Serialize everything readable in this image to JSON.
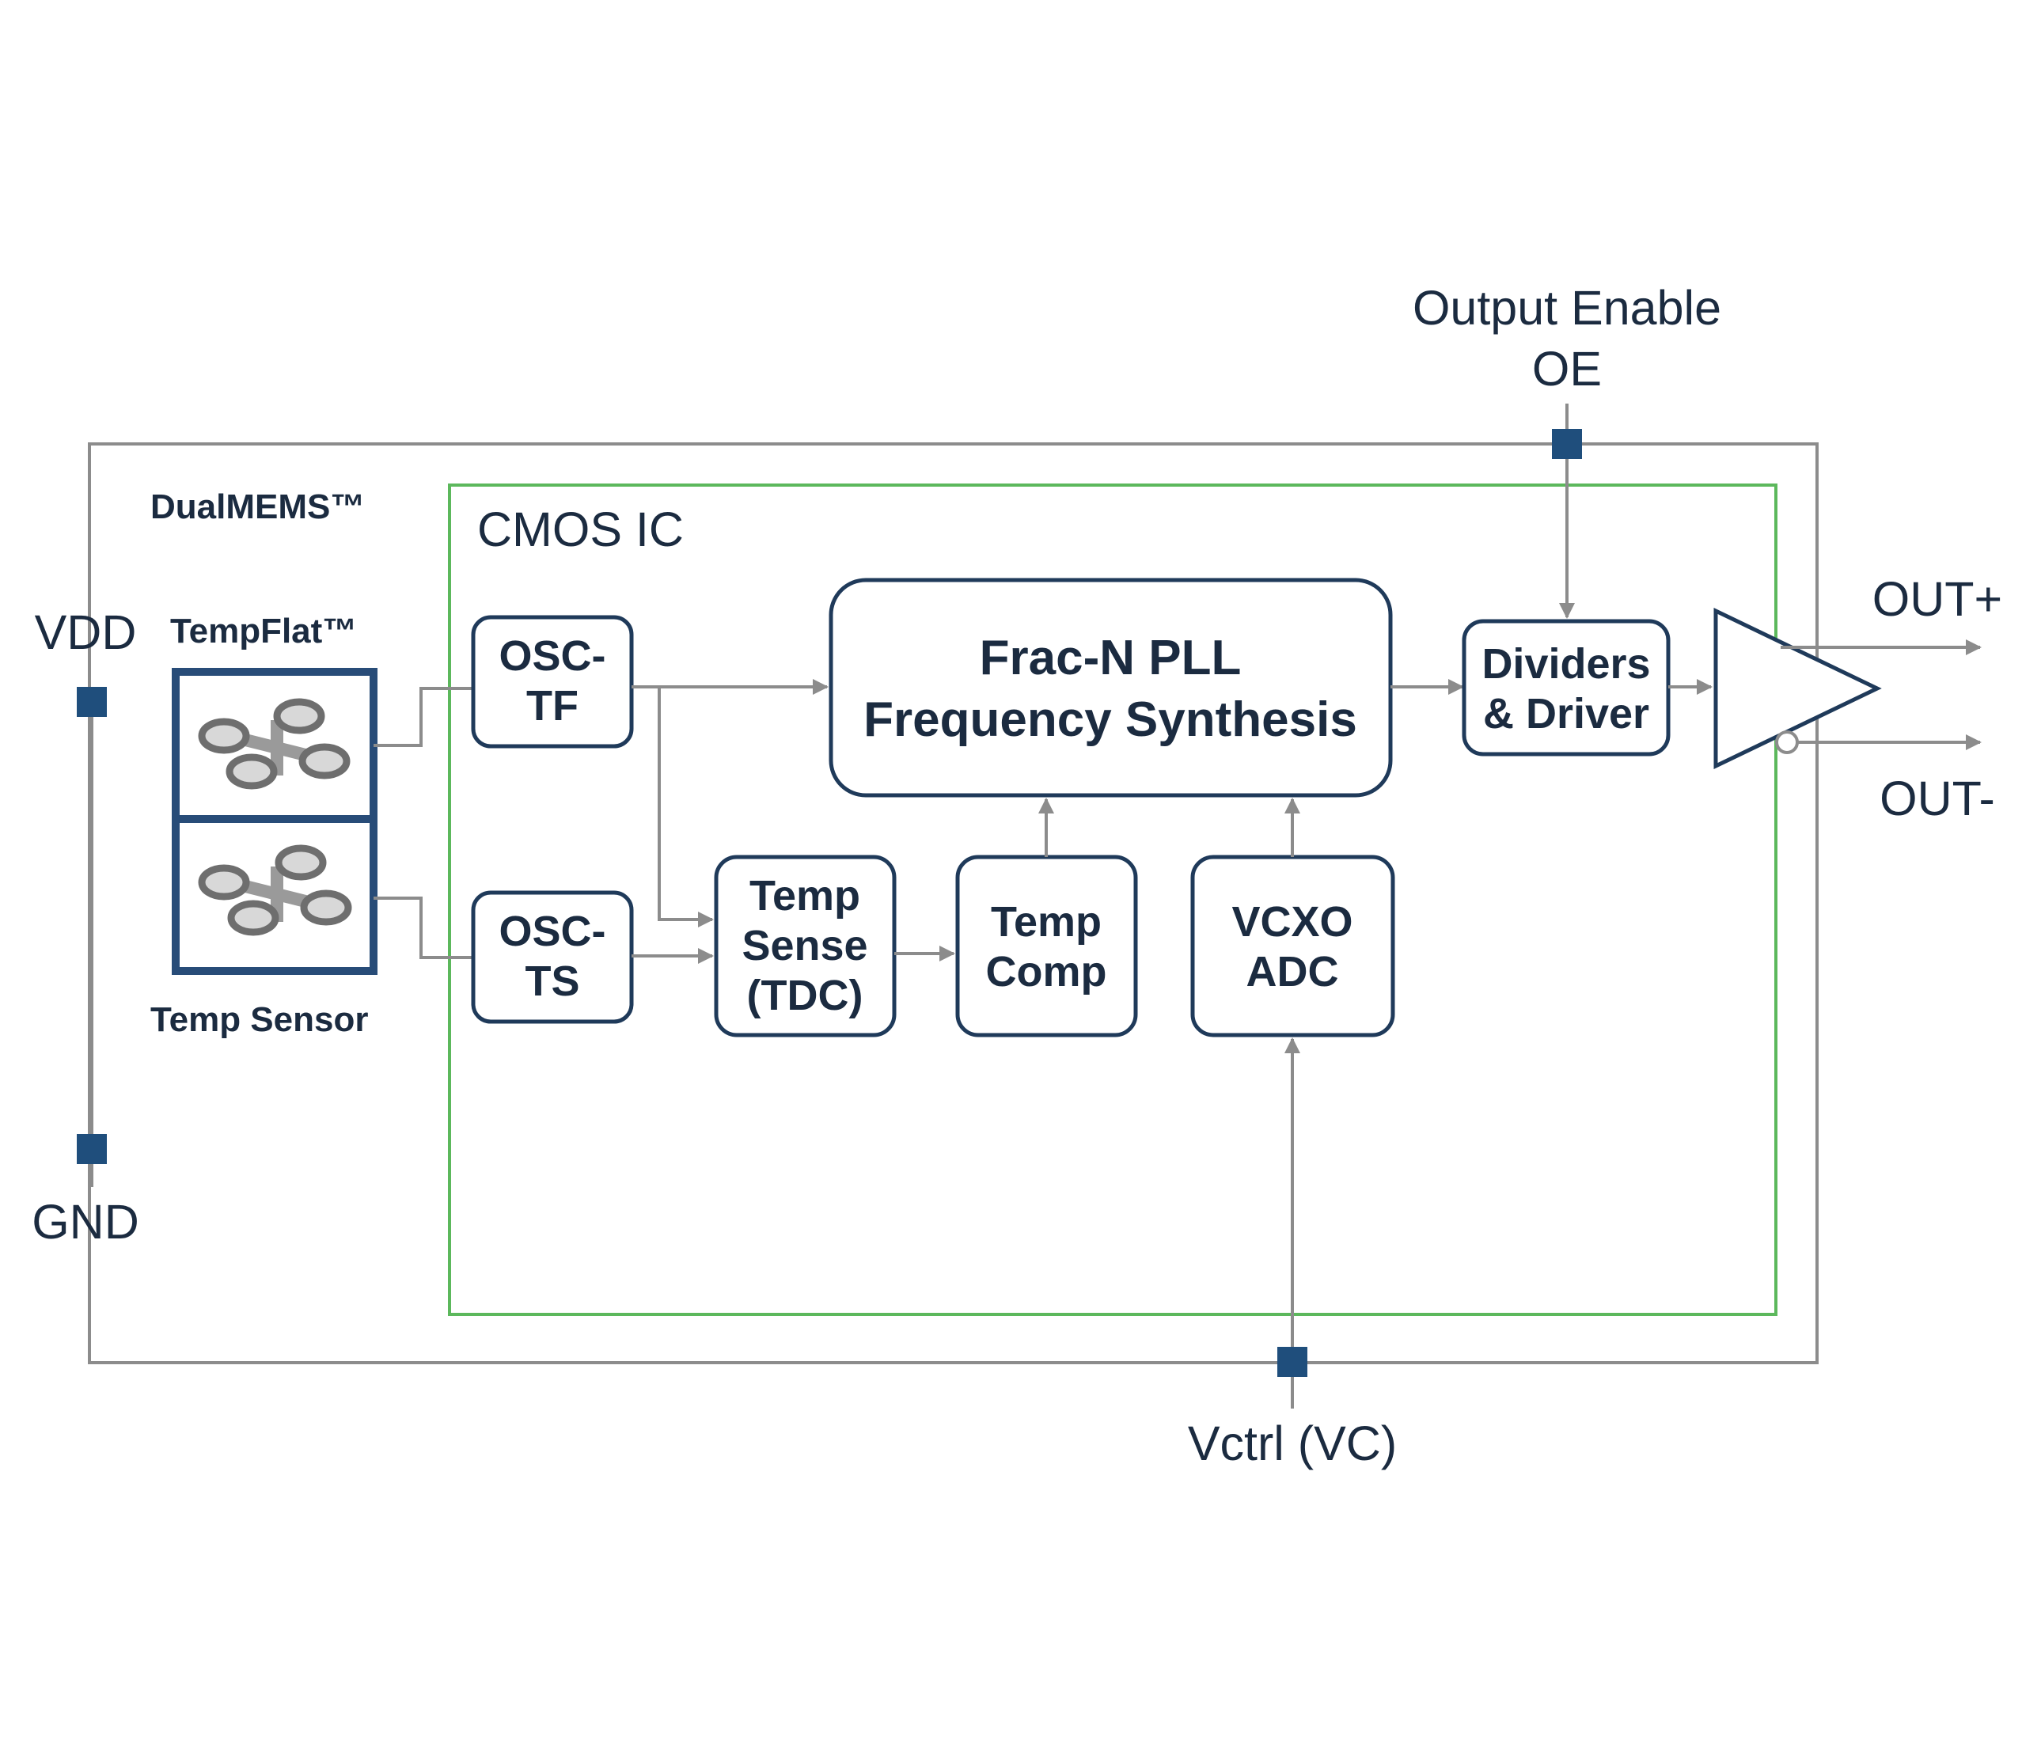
{
  "labels": {
    "output_enable": "Output Enable",
    "oe": "OE",
    "vdd": "VDD",
    "gnd": "GND",
    "out_plus": "OUT+",
    "out_minus": "OUT-",
    "vctrl": "Vctrl (VC)",
    "dualmems": "DualMEMS™",
    "tempflat": "TempFlat™",
    "temp_sensor": "Temp Sensor",
    "cmos_ic": "CMOS IC"
  },
  "blocks": {
    "osc_tf": [
      "OSC-",
      "TF"
    ],
    "osc_ts": [
      "OSC-",
      "TS"
    ],
    "pll": [
      "Frac-N PLL",
      "Frequency Synthesis"
    ],
    "dividers": [
      "Dividers",
      "& Driver"
    ],
    "temp_sense": [
      "Temp",
      "Sense",
      "(TDC)"
    ],
    "temp_comp": [
      "Temp",
      "Comp"
    ],
    "vcxo_adc": [
      "VCXO",
      "ADC"
    ]
  },
  "colors": {
    "outline": "#8c8c8c",
    "cmos_border": "#5cb85c",
    "block_border": "#1f3a5a",
    "pad": "#1f4e7c",
    "text": "#1b2b40"
  }
}
